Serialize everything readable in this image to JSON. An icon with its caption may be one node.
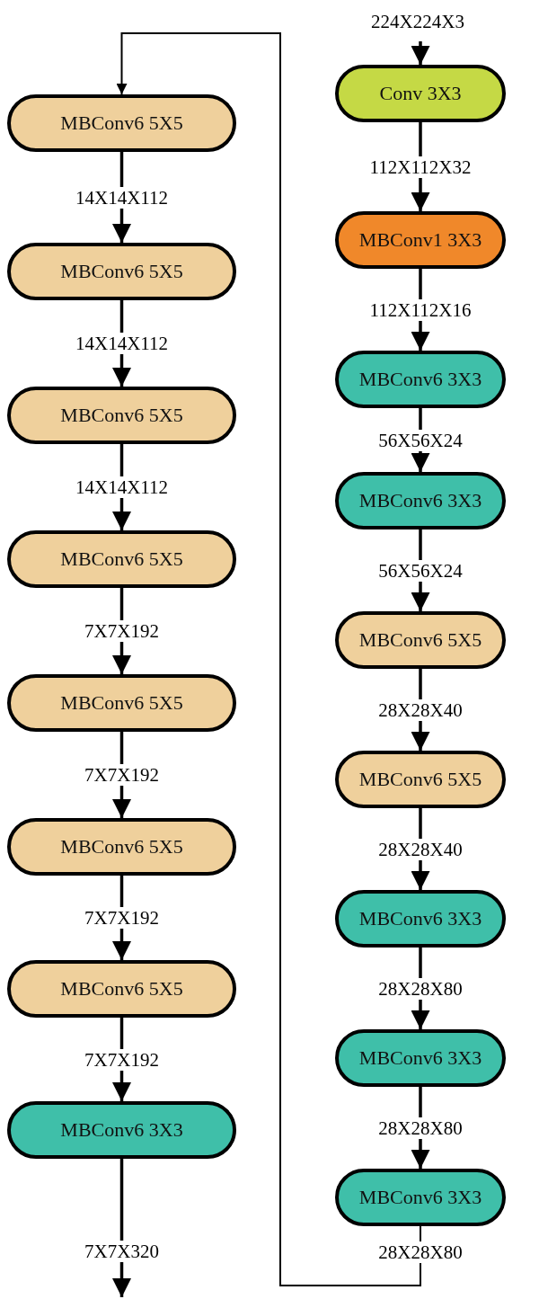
{
  "diagram": {
    "nodes": [
      {
        "text": [
          "MBConv6 5X5"
        ]
      },
      {
        "text": [
          "MBConv6 5X5"
        ]
      },
      {
        "text": [
          "MBConv6 5X5"
        ]
      },
      {
        "text": [
          "MBConv6 5X5"
        ]
      },
      {
        "text": [
          "MBConv6 5X5"
        ]
      },
      {
        "text": [
          "MBConv6 5X5"
        ]
      },
      {
        "text": [
          "MBConv6 5X5"
        ]
      },
      {
        "text": [
          "MBConv6 3X3"
        ]
      },
      {
        "text": [
          "Conv 3X3"
        ]
      },
      {
        "text": [
          "MBConv1 3X3"
        ]
      },
      {
        "text": [
          "MBConv6 3X3"
        ]
      },
      {
        "text": [
          "MBConv6 3X3"
        ]
      },
      {
        "text": [
          "MBConv6 5X5"
        ]
      },
      {
        "text": [
          "MBConv6 5X5"
        ]
      },
      {
        "text": [
          "MBConv6 3X3"
        ]
      },
      {
        "text": [
          "MBConv6 3X3"
        ]
      },
      {
        "text": [
          "MBConv6 3X3"
        ]
      }
    ],
    "edges": [
      {
        "from": null,
        "to": 8,
        "arrow": "to",
        "label": "224X224X3"
      },
      {
        "from": 8,
        "to": 9,
        "arrow": "to",
        "label": "112X112X32"
      },
      {
        "from": 9,
        "to": 10,
        "arrow": "to",
        "label": "112X112X16"
      },
      {
        "from": 10,
        "to": 11,
        "arrow": "to",
        "label": "56X56X24"
      },
      {
        "from": 11,
        "to": 12,
        "arrow": "to",
        "label": "56X56X24"
      },
      {
        "from": 12,
        "to": 13,
        "arrow": "to",
        "label": "28X28X40"
      },
      {
        "from": 13,
        "to": 14,
        "arrow": "to",
        "label": "28X28X40"
      },
      {
        "from": 14,
        "to": 15,
        "arrow": "to",
        "label": "28X28X80"
      },
      {
        "from": 15,
        "to": 16,
        "arrow": "to",
        "label": "28X28X80"
      },
      {
        "from": 16,
        "to": 0,
        "arrow": "to",
        "label": "28X28X80"
      },
      {
        "from": 0,
        "to": 1,
        "arrow": "to",
        "label": "14X14X112"
      },
      {
        "from": 1,
        "to": 2,
        "arrow": "to",
        "label": "14X14X112"
      },
      {
        "from": 2,
        "to": 3,
        "arrow": "to",
        "label": "14X14X112"
      },
      {
        "from": 3,
        "to": 4,
        "arrow": "to",
        "label": "7X7X192"
      },
      {
        "from": 4,
        "to": 5,
        "arrow": "to",
        "label": "7X7X192"
      },
      {
        "from": 5,
        "to": 6,
        "arrow": "to",
        "label": "7X7X192"
      },
      {
        "from": 6,
        "to": 7,
        "arrow": "to",
        "label": "7X7X192"
      },
      {
        "from": 7,
        "to": null,
        "arrow": "to",
        "label": "7X7X320"
      }
    ]
  }
}
